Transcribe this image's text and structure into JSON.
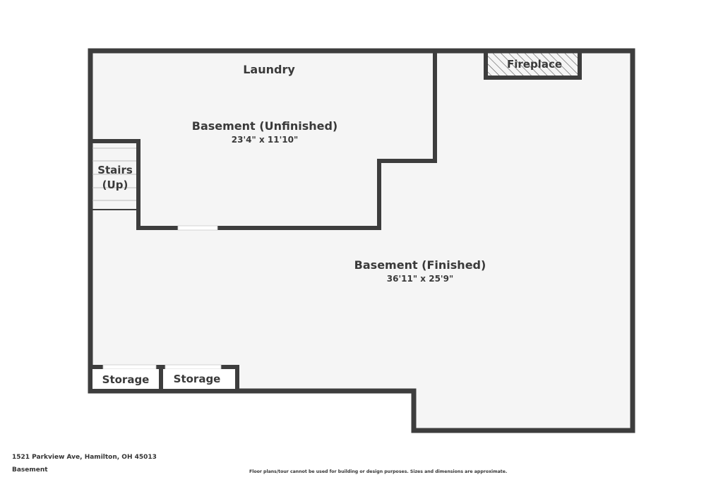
{
  "rooms": {
    "laundry": "Laundry",
    "unfinished": {
      "name": "Basement (Unfinished)",
      "dims": "23'4\" x 11'10\""
    },
    "finished": {
      "name": "Basement (Finished)",
      "dims": "36'11\" x 25'9\""
    },
    "stairs_line1": "Stairs",
    "stairs_line2": "(Up)",
    "fireplace": "Fireplace",
    "storage_left": "Storage",
    "storage_right": "Storage"
  },
  "footer": {
    "address": "1521 Parkview Ave, Hamilton, OH 45013",
    "level": "Basement",
    "disclaimer": "Floor plans/tour cannot be used for building or design purposes. Sizes and dimensions are approximate."
  },
  "colors": {
    "wall": "#3d3d3d",
    "floor": "#f5f5f5"
  }
}
